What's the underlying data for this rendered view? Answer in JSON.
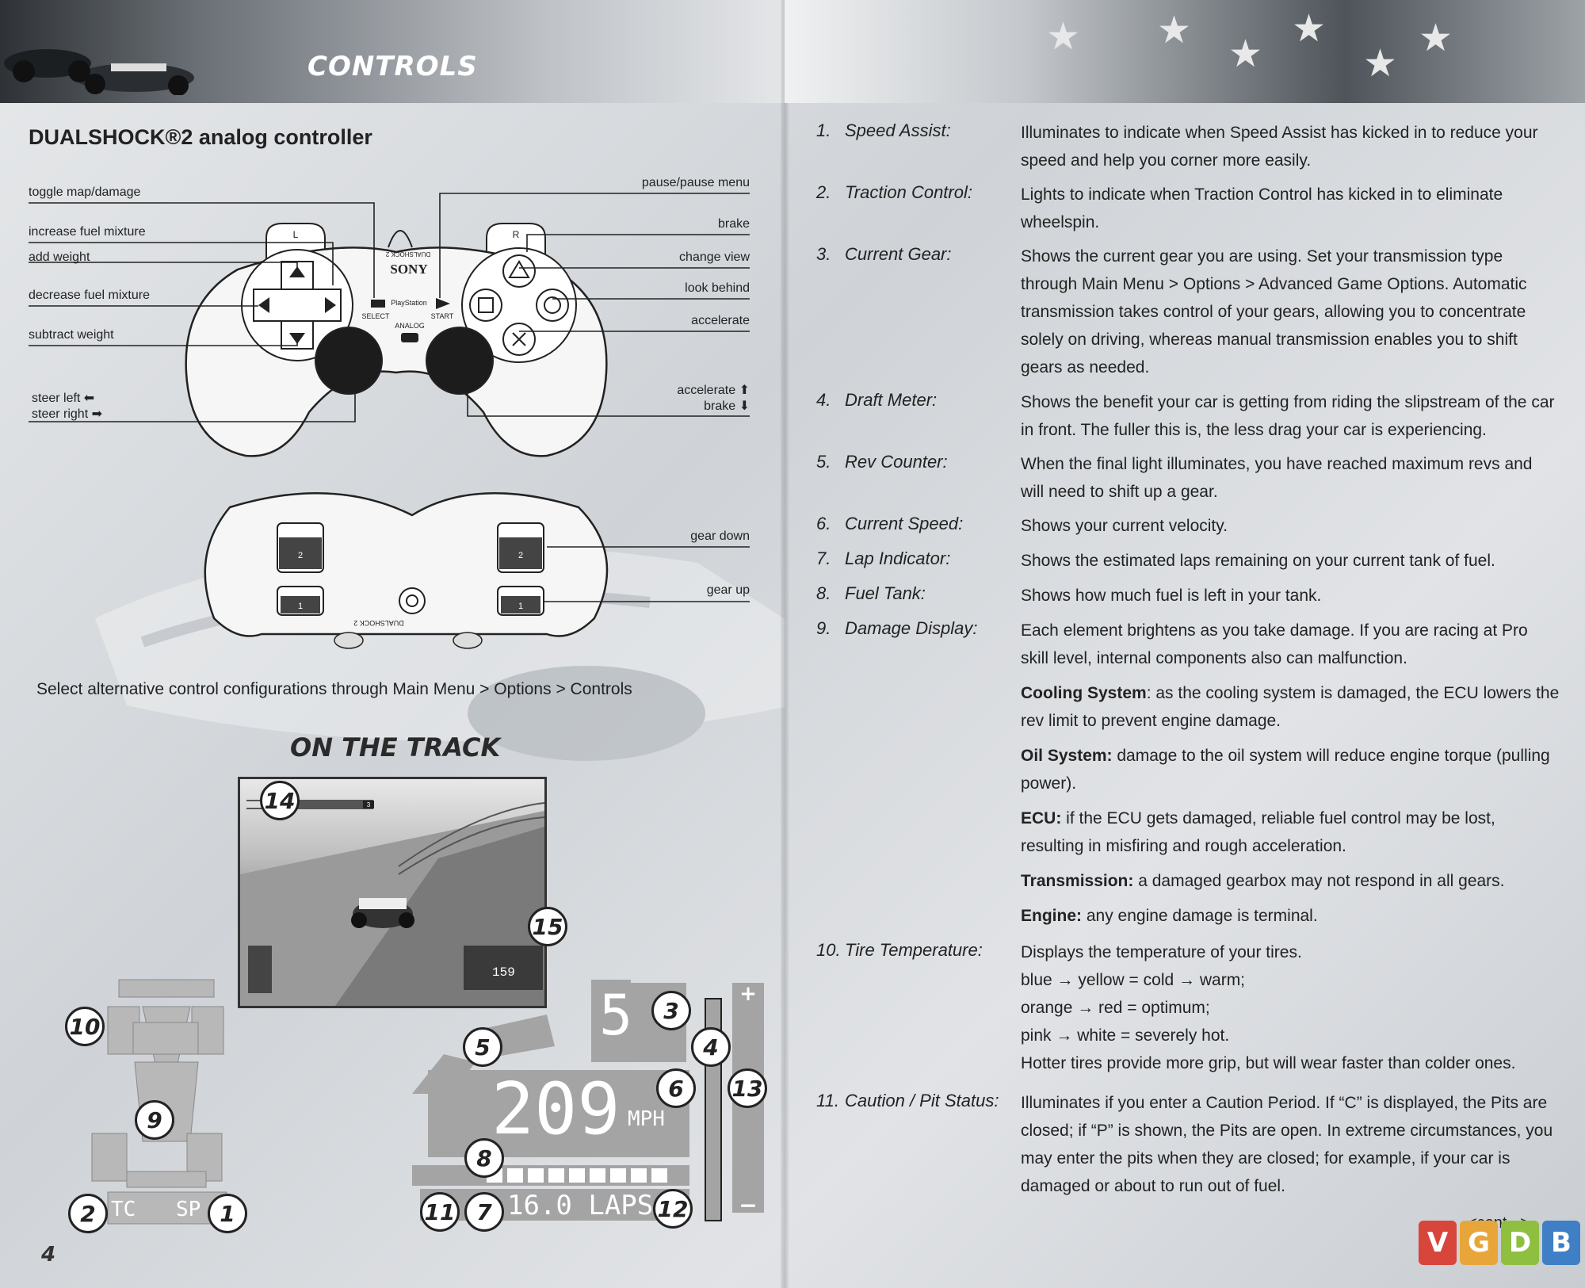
{
  "left_page": {
    "banner_title": "CONTROLS",
    "controller_title": "DUALSHOCK®2 analog controller",
    "controller_text": {
      "sony": "SONY",
      "playstation": "PlayStation",
      "select": "SELECT",
      "start": "START",
      "analog": "ANALOG",
      "l_button": "L",
      "r_button": "R",
      "side_brand": "DUALSHOCK 2",
      "top_brand": "DUALSHOCK 2",
      "shoulder_2": "2",
      "shoulder_1": "1"
    },
    "labels_left": [
      "toggle map/damage",
      "increase fuel mixture",
      "add weight",
      "decrease fuel mixture",
      "subtract weight",
      "steer left ⬅",
      "steer right ➡"
    ],
    "labels_right": [
      "pause/pause menu",
      "brake",
      "change view",
      "look behind",
      "accelerate",
      "accelerate ⬆",
      "brake ⬇"
    ],
    "shoulder_labels": [
      "gear down",
      "gear up"
    ],
    "select_note": "Select alternative control configurations through Main Menu > Options > Controls",
    "on_track_title": "ON THE TRACK",
    "screenshot_text": {
      "speed": "159",
      "position": "3"
    },
    "callouts": [
      "14",
      "15",
      "10",
      "9",
      "2",
      "1",
      "5",
      "3",
      "4",
      "6",
      "13",
      "8",
      "11",
      "7",
      "12"
    ],
    "hud": {
      "gear": "5",
      "speed": "209",
      "speed_unit": "MPH",
      "laps": "16.0 LAPS",
      "tc": "TC",
      "sp": "SP",
      "plus": "+",
      "minus": "−"
    },
    "page_number": "4"
  },
  "right_page": {
    "items": [
      {
        "num": "1.",
        "label": "Speed Assist:",
        "desc": "Illuminates to indicate when Speed Assist has kicked in to reduce your speed and help you corner more easily."
      },
      {
        "num": "2.",
        "label": "Traction Control:",
        "desc": "Lights to indicate when Traction Control has kicked in to eliminate wheelspin."
      },
      {
        "num": "3.",
        "label": "Current Gear:",
        "desc": "Shows the current gear you are using. Set your transmission type through Main Menu > Options > Advanced Game Options. Automatic transmission takes control of your gears, allowing you to concentrate solely on driving, whereas manual transmission enables you to shift gears as needed."
      },
      {
        "num": "4.",
        "label": "Draft Meter:",
        "desc": "Shows the benefit your car is getting from riding the slipstream of the car in front. The fuller this is, the less drag your car is experiencing."
      },
      {
        "num": "5.",
        "label": "Rev Counter:",
        "desc": "When the final light illuminates, you have reached maximum revs and will need to shift up a gear."
      },
      {
        "num": "6.",
        "label": "Current Speed:",
        "desc": "Shows your current velocity."
      },
      {
        "num": "7.",
        "label": "Lap Indicator:",
        "desc": "Shows the estimated laps remaining on your current tank of fuel."
      },
      {
        "num": "8.",
        "label": "Fuel Tank:",
        "desc": "Shows how much fuel is left in your tank."
      },
      {
        "num": "9.",
        "label": "Damage Display:",
        "desc": "Each element brightens as you take damage. If you are racing at Pro skill level, internal components also can malfunction."
      },
      {
        "num": "10.",
        "label": "Tire Temperature:",
        "desc": "Displays the temperature of your tires."
      },
      {
        "num": "11.",
        "label": "Caution / Pit Status:",
        "desc": "Illuminates if you enter a Caution Period. If “C” is displayed, the Pits are closed; if “P” is shown, the Pits are open. In extreme circumstances, you may enter the pits when they are closed; for example, if your car is damaged or about to run out of fuel."
      }
    ],
    "damage_sub": [
      {
        "term": "Cooling System",
        "text": ": as the cooling system is damaged, the ECU lowers the rev limit to prevent engine damage."
      },
      {
        "term": "Oil System:",
        "text": " damage to the oil system will reduce engine torque (pulling power)."
      },
      {
        "term": "ECU:",
        "text": " if the ECU gets damaged, reliable fuel control may be lost, resulting in misfiring and rough acceleration."
      },
      {
        "term": "Transmission:",
        "text": " a damaged gearbox may not respond in all gears."
      },
      {
        "term": "Engine:",
        "text": " any engine damage is terminal."
      }
    ],
    "tire_lines": [
      "blue → yellow = cold → warm;",
      "orange → red = optimum;",
      "pink → white = severely hot.",
      "Hotter tires provide more grip, but will wear faster than colder ones."
    ],
    "continued": "<cont...>",
    "watermark": [
      "V",
      "G",
      "D",
      "B"
    ],
    "watermark_colors": [
      "#d8453b",
      "#e8a63a",
      "#8fbf3f",
      "#3f7fc6"
    ]
  }
}
